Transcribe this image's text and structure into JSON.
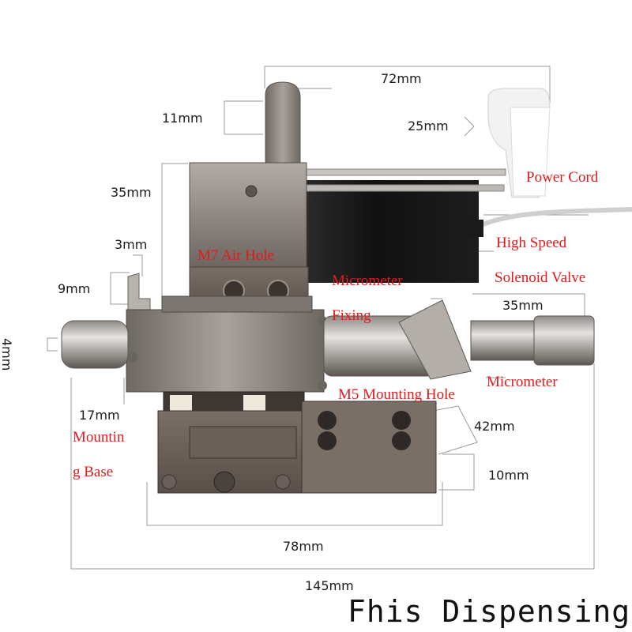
{
  "dimensions": {
    "top_width": "72mm",
    "handle_width": "11mm",
    "clip_width": "25mm",
    "valve_height": "35mm",
    "fitting_width": "3mm",
    "fitting_height": "9mm",
    "nozzle_dia": "4mm",
    "nozzle_offset": "17mm",
    "micrometer_length": "35mm",
    "base_depth": "42mm",
    "base_height": "10mm",
    "base_width": "78mm",
    "total_length": "145mm"
  },
  "labels": {
    "power_cord": "Power Cord",
    "high_speed": "High Speed",
    "solenoid_valve": "Solenoid Valve",
    "m7_air_hole": "M7 Air Hole",
    "micrometer_fixing_1": "Micrometer",
    "micrometer_fixing_2": "Fixing",
    "micrometer": "Micrometer",
    "m5_mounting_hole": "M5 Mounting Hole",
    "mounting_base_1": "Mountin",
    "mounting_base_2": "g Base"
  },
  "title": "Fhis Dispensing",
  "colors": {
    "label_red": "#e01b1b",
    "metal": "#8c8580",
    "dark_metal": "#5f5852",
    "solenoid_black": "#141414",
    "white_plastic": "#f4f4f4"
  }
}
